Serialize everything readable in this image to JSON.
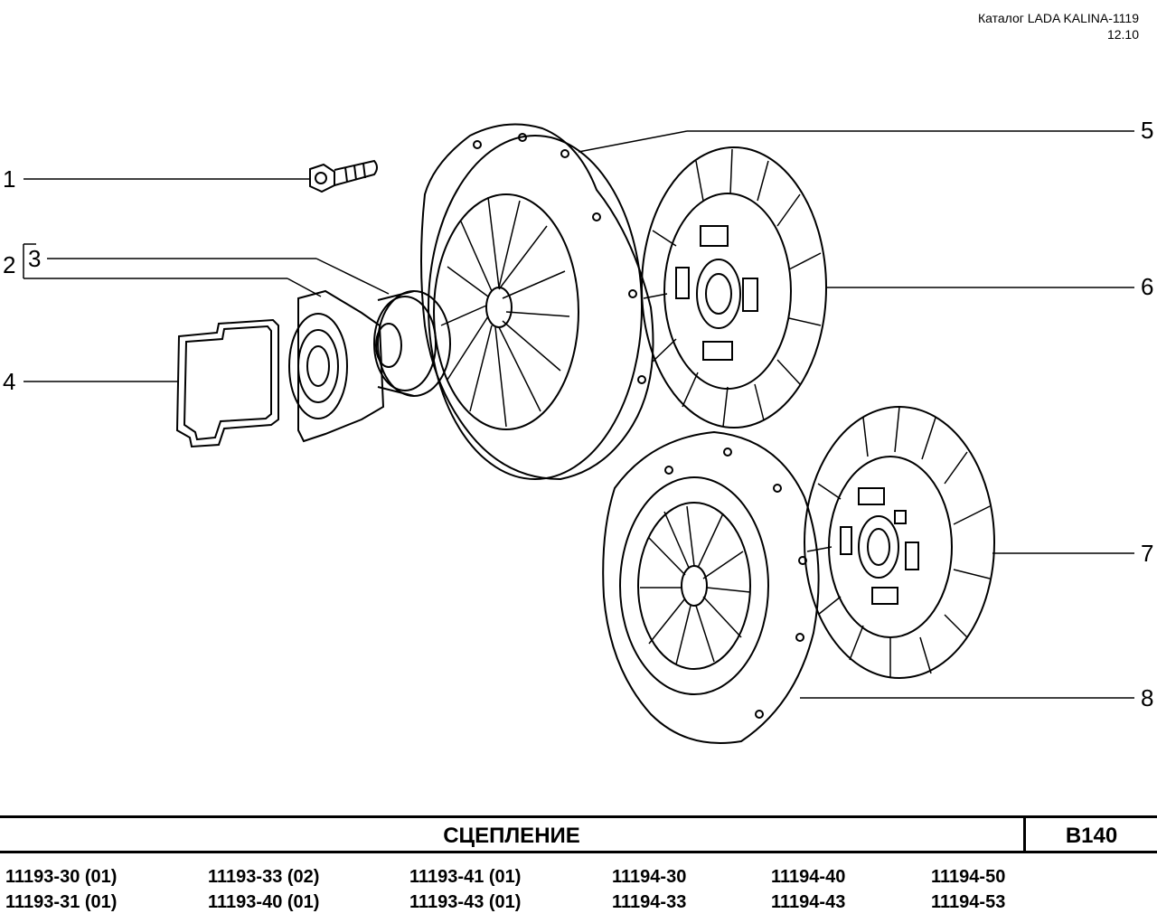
{
  "header": {
    "catalog": "Каталог LADA KALINA-1119",
    "page_date": "12.10"
  },
  "callouts": [
    "1",
    "2",
    "3",
    "4",
    "5",
    "6",
    "7",
    "8"
  ],
  "title": {
    "name": "СЦЕПЛЕНИЕ",
    "code": "B140"
  },
  "models": [
    [
      "11193-30 (01)",
      "11193-31 (01)"
    ],
    [
      "11193-33 (02)",
      "11193-40 (01)"
    ],
    [
      "11193-41 (01)",
      "11193-43 (01)"
    ],
    [
      "11194-30",
      "11194-33"
    ],
    [
      "11194-40",
      "11194-43"
    ],
    [
      "11194-50",
      "11194-53"
    ]
  ]
}
